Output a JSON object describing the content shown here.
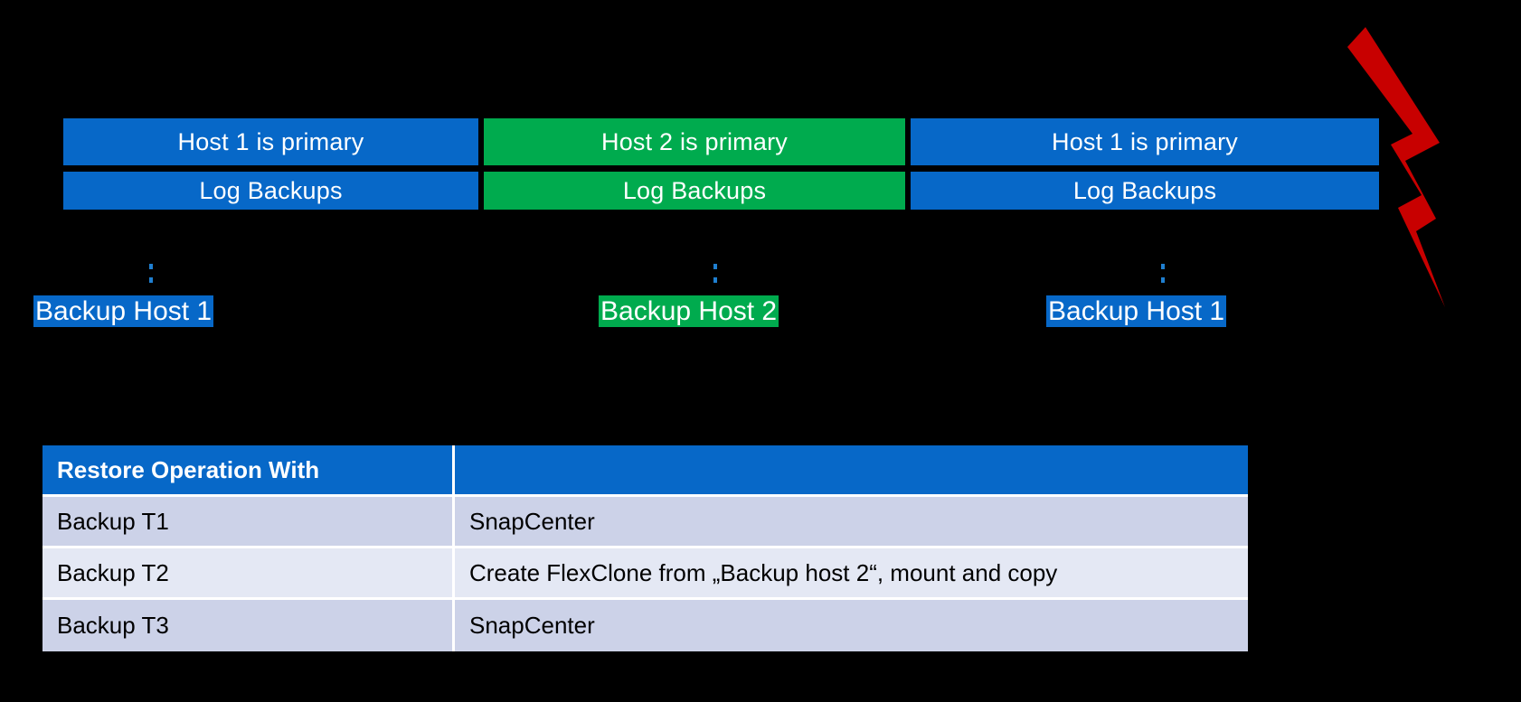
{
  "diagram": {
    "title": "Backup timeline with primary host failover and restore operations",
    "colors": {
      "blue": "#0768c8",
      "green": "#00ab4e",
      "bolt_red": "#c80000",
      "background": "#000000",
      "row_shade_a": "#ccd2e8",
      "row_shade_b": "#e4e8f4"
    },
    "timeline": {
      "segments": [
        {
          "primary_label": "Host 1 is primary",
          "backup_label": "Log Backups",
          "color": "blue"
        },
        {
          "primary_label": "Host 2 is primary",
          "backup_label": "Log Backups",
          "color": "green"
        },
        {
          "primary_label": "Host 1 is primary",
          "backup_label": "Log Backups",
          "color": "blue"
        }
      ]
    },
    "markers": [
      {
        "label": "Backup Host 1",
        "color": "blue"
      },
      {
        "label": "Backup Host 2",
        "color": "green"
      },
      {
        "label": "Backup Host 1",
        "color": "blue"
      }
    ],
    "bolt": {
      "name": "lightning-bolt-icon",
      "color": "#c80000"
    }
  },
  "table": {
    "headers": [
      "Restore Operation With",
      ""
    ],
    "rows": [
      {
        "operation": "Backup T1",
        "method": "SnapCenter"
      },
      {
        "operation": "Backup T2",
        "method": "Create FlexClone from „Backup host 2“, mount and copy"
      },
      {
        "operation": "Backup T3",
        "method": "SnapCenter"
      }
    ]
  }
}
